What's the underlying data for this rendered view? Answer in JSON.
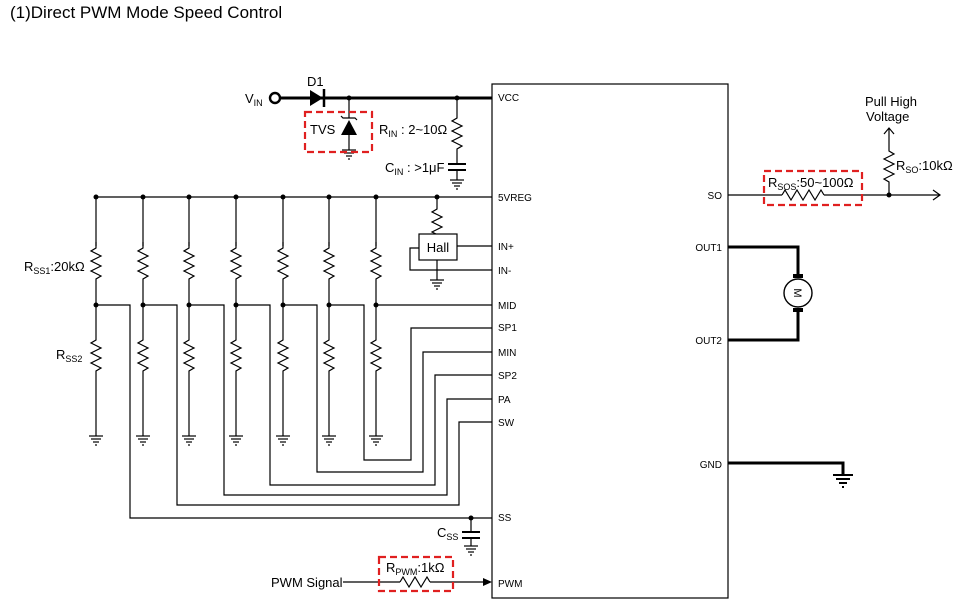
{
  "title": "(1)Direct PWM Mode Speed Control",
  "pins_left": {
    "vcc": "VCC",
    "vreg": "5VREG",
    "in_plus": "IN+",
    "in_minus": "IN-",
    "mid": "MID",
    "sp1": "SP1",
    "min": "MIN",
    "sp2": "SP2",
    "pa": "PA",
    "sw": "SW",
    "ss": "SS",
    "pwm": "PWM"
  },
  "pins_right": {
    "so": "SO",
    "out1": "OUT1",
    "out2": "OUT2",
    "gnd": "GND"
  },
  "labels": {
    "vin": "V",
    "vin_sub": "IN",
    "d1": "D1",
    "tvs": "TVS",
    "rin": "R",
    "rin_sub": "IN",
    "rin_val": " : 2~10Ω",
    "cin": "C",
    "cin_sub": "IN",
    "cin_val": " : >1μF",
    "hall": "Hall",
    "rss1": "R",
    "rss1_sub": "SS1",
    "rss1_val": ":20kΩ",
    "rss2": "R",
    "rss2_sub": "SS2",
    "css": "C",
    "css_sub": "SS",
    "rpwm": "R",
    "rpwm_sub": "PWM",
    "rpwm_val": ":1kΩ",
    "pwm_signal": "PWM Signal",
    "rsos": "R",
    "rsos_sub": "SOS",
    "rsos_val": ":50~100Ω",
    "pull_high_1": "Pull High",
    "pull_high_2": "Voltage",
    "rso": "R",
    "rso_sub": "SO",
    "rso_val": ":10kΩ",
    "motor": "M"
  }
}
